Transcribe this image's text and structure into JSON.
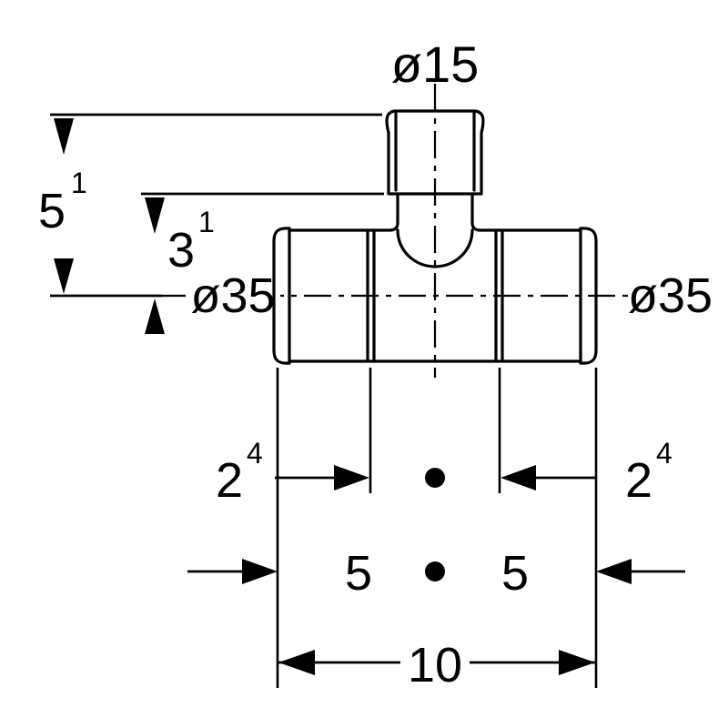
{
  "drawing": {
    "colors": {
      "line": "#000000",
      "text": "#000000",
      "background": "#ffffff"
    },
    "labels": {
      "branch_diameter": "ø15",
      "left_diameter": "ø35",
      "right_diameter": "ø35"
    },
    "dimensions": {
      "overall_height": {
        "value": "5",
        "sup": "1"
      },
      "branch_to_center": {
        "value": "3",
        "sup": "1"
      },
      "left_socket_depth": {
        "value": "2",
        "sup": "4"
      },
      "right_socket_depth": {
        "value": "2",
        "sup": "4"
      },
      "left_center_to_end": "5",
      "right_center_to_end": "5",
      "overall_length": "10"
    }
  }
}
